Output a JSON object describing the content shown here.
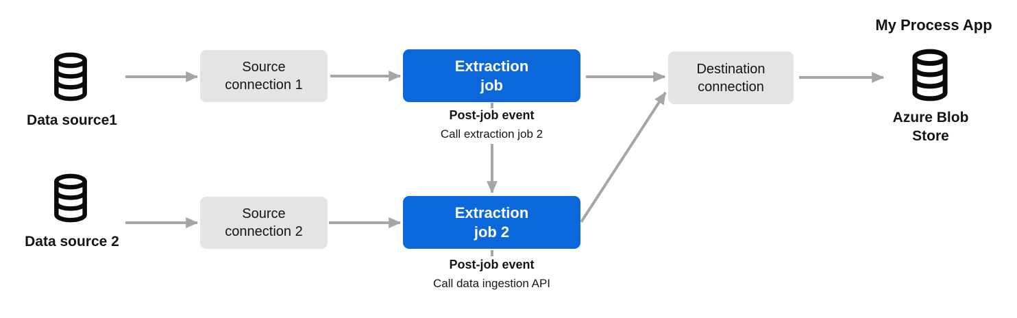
{
  "colors": {
    "accent_blue": "#0b68da",
    "box_gray": "#e3e4e6",
    "arrow_gray": "#a6a6a6",
    "text_dark": "#141414",
    "text_on_blue": "#ffffff",
    "icon_black": "#0a0a0a"
  },
  "diagram": {
    "app_title": "My Process App",
    "nodes": {
      "data_source_1": {
        "label": "Data source1",
        "icon": "database-icon"
      },
      "data_source_2": {
        "label": "Data source 2",
        "icon": "database-icon"
      },
      "source_connection_1": {
        "lines": [
          "Source",
          "connection 1"
        ]
      },
      "source_connection_2": {
        "lines": [
          "Source",
          "connection 2"
        ]
      },
      "extraction_job_1": {
        "lines": [
          "Extraction",
          "job"
        ]
      },
      "extraction_job_2": {
        "lines": [
          "Extraction",
          "job 2"
        ]
      },
      "destination_connection": {
        "lines": [
          "Destination",
          "connection"
        ]
      },
      "azure_blob_store": {
        "lines": [
          "Azure Blob",
          "Store"
        ],
        "icon": "database-icon"
      }
    },
    "annotations": {
      "post_job_1": {
        "title": "Post-job event",
        "subtitle": "Call extraction job 2"
      },
      "post_job_2": {
        "title": "Post-job event",
        "subtitle": "Call data ingestion API"
      }
    }
  }
}
